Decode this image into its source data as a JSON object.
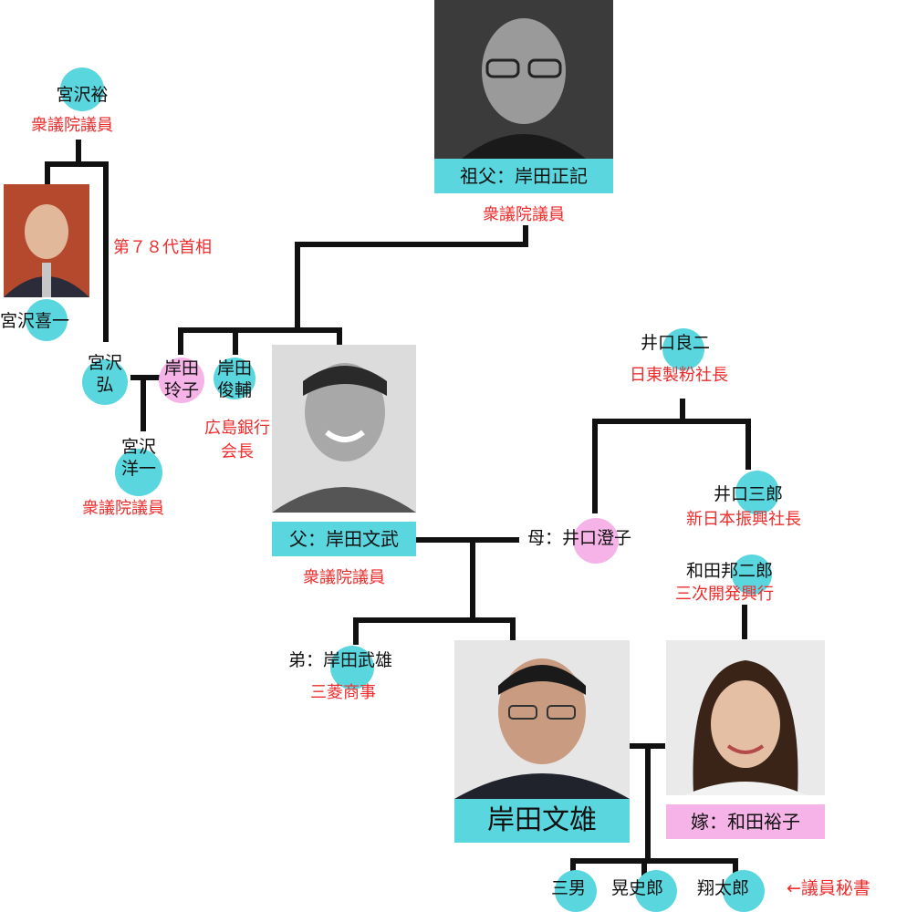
{
  "grandfather": {
    "caption": "祖父：岸田正記",
    "role": "衆議院議員"
  },
  "miyazawa_yutaka": {
    "name": "宮沢裕",
    "role": "衆議院議員"
  },
  "miyazawa_kiichi": {
    "name": "宮沢喜一",
    "note": "第７８代首相"
  },
  "miyazawa_hiroshi": {
    "name_line1": "宮沢",
    "name_line2": "弘"
  },
  "miyazawa_yoichi": {
    "name_line1": "宮沢",
    "name_line2": "洋一",
    "role": "衆議院議員"
  },
  "kishida_reiko": {
    "name_line1": "岸田",
    "name_line2": "玲子"
  },
  "kishida_shunsuke": {
    "name_line1": "岸田",
    "name_line2": "俊輔",
    "role_line1": "広島銀行",
    "role_line2": "会長"
  },
  "father": {
    "caption": "父：岸田文武",
    "role": "衆議院議員"
  },
  "mother": {
    "name": "母：井口澄子"
  },
  "iguchi_ryoji": {
    "name": "井口良二",
    "role": "日東製粉社長"
  },
  "iguchi_saburo": {
    "name": "井口三郎",
    "role": "新日本振興社長"
  },
  "wada_kunijiro": {
    "name": "和田邦二郎",
    "role": "三次開発興行"
  },
  "brother": {
    "name": "弟：岸田武雄",
    "role": "三菱商事"
  },
  "fumio": {
    "caption": "岸田文雄"
  },
  "wife": {
    "caption": "嫁：和田裕子"
  },
  "children": [
    {
      "name": "三男"
    },
    {
      "name": "晃史郎"
    },
    {
      "name": "翔太郎"
    }
  ],
  "secretary_note": "←議員秘書",
  "colors": {
    "cyan": "#5ad6df",
    "pink": "#f6b3e8",
    "red": "#ee2c2c",
    "line": "#111111"
  }
}
